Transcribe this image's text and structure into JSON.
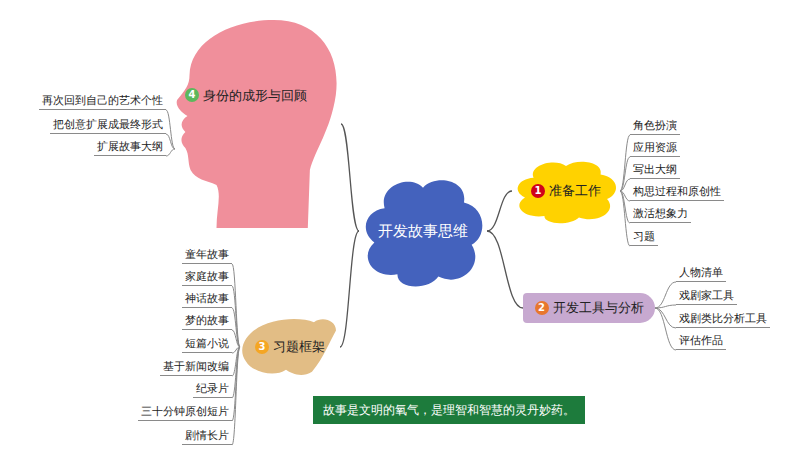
{
  "diagram": {
    "nodes": [
      {
        "text": [
          "开发故事思维"
        ]
      },
      {
        "text": [
          "1",
          "准备工作"
        ]
      },
      {
        "text": [
          "角色扮演"
        ]
      },
      {
        "text": [
          "应用资源"
        ]
      },
      {
        "text": [
          "写出大纲"
        ]
      },
      {
        "text": [
          "构思过程和原创性"
        ]
      },
      {
        "text": [
          "激活想象力"
        ]
      },
      {
        "text": [
          "习题"
        ]
      },
      {
        "text": [
          "2",
          "开发工具与分析"
        ]
      },
      {
        "text": [
          "人物清单"
        ]
      },
      {
        "text": [
          "戏剧家工具"
        ]
      },
      {
        "text": [
          "戏剧类比分析工具"
        ]
      },
      {
        "text": [
          "评估作品"
        ]
      },
      {
        "text": [
          "3",
          "习题框架"
        ]
      },
      {
        "text": [
          "童年故事"
        ]
      },
      {
        "text": [
          "家庭故事"
        ]
      },
      {
        "text": [
          "神话故事"
        ]
      },
      {
        "text": [
          "梦的故事"
        ]
      },
      {
        "text": [
          "短篇小说"
        ]
      },
      {
        "text": [
          "基于新闻改编"
        ]
      },
      {
        "text": [
          "纪录片"
        ]
      },
      {
        "text": [
          "三十分钟原创短片"
        ]
      },
      {
        "text": [
          "剧情长片"
        ]
      },
      {
        "text": [
          "4",
          "身份的成形与回顾"
        ]
      },
      {
        "text": [
          "再次回到自己的艺术个性"
        ]
      },
      {
        "text": [
          "把创意扩展成最终形式"
        ]
      },
      {
        "text": [
          "扩展故事大纲"
        ]
      },
      {
        "text": [
          "故事是文明的氧气，是理智和智慧的灵丹妙药。"
        ]
      }
    ],
    "edges": [
      {
        "from": 0,
        "to": 1,
        "arrow": "none"
      },
      {
        "from": 1,
        "to": 2,
        "arrow": "none"
      },
      {
        "from": 1,
        "to": 3,
        "arrow": "none"
      },
      {
        "from": 1,
        "to": 4,
        "arrow": "none"
      },
      {
        "from": 1,
        "to": 5,
        "arrow": "none"
      },
      {
        "from": 1,
        "to": 6,
        "arrow": "none"
      },
      {
        "from": 1,
        "to": 7,
        "arrow": "none"
      },
      {
        "from": 0,
        "to": 8,
        "arrow": "none"
      },
      {
        "from": 8,
        "to": 9,
        "arrow": "none"
      },
      {
        "from": 8,
        "to": 10,
        "arrow": "none"
      },
      {
        "from": 8,
        "to": 11,
        "arrow": "none"
      },
      {
        "from": 8,
        "to": 12,
        "arrow": "none"
      },
      {
        "from": 0,
        "to": 13,
        "arrow": "none"
      },
      {
        "from": 13,
        "to": 14,
        "arrow": "none"
      },
      {
        "from": 13,
        "to": 15,
        "arrow": "none"
      },
      {
        "from": 13,
        "to": 16,
        "arrow": "none"
      },
      {
        "from": 13,
        "to": 17,
        "arrow": "none"
      },
      {
        "from": 13,
        "to": 18,
        "arrow": "none"
      },
      {
        "from": 13,
        "to": 19,
        "arrow": "none"
      },
      {
        "from": 13,
        "to": 20,
        "arrow": "none"
      },
      {
        "from": 13,
        "to": 21,
        "arrow": "none"
      },
      {
        "from": 13,
        "to": 22,
        "arrow": "none"
      },
      {
        "from": 0,
        "to": 23,
        "arrow": "none"
      },
      {
        "from": 23,
        "to": 24,
        "arrow": "none"
      },
      {
        "from": 23,
        "to": 25,
        "arrow": "none"
      },
      {
        "from": 23,
        "to": 26,
        "arrow": "none"
      }
    ]
  }
}
